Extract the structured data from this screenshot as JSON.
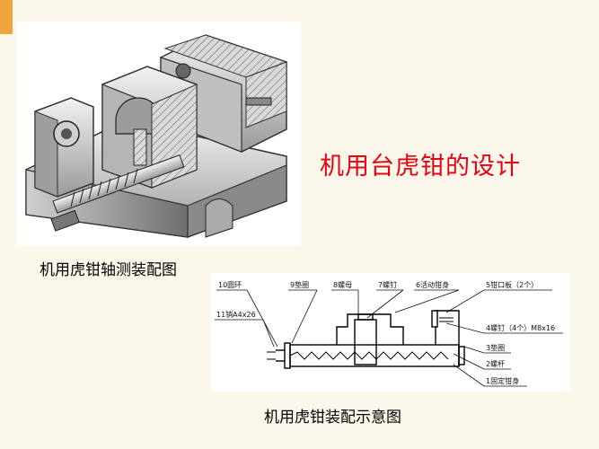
{
  "title": "机用台虎钳的设计",
  "photo_caption": "机用虎钳轴测装配图",
  "diagram_caption": "机用虎钳装配示意图",
  "labels": {
    "l10": "10圆环",
    "l9": "9垫圈",
    "l8": "8螺母",
    "l7": "7螺钉",
    "l6": "6活动钳身",
    "l5": "5钳口板（2个）",
    "l11": "11销A4x26",
    "l4": "4螺钉（4个）M8x16",
    "l3": "3垫圈",
    "l2": "2螺杆",
    "l1": "1固定钳身"
  },
  "colors": {
    "title": "#e60012",
    "accent": "#f0a43c",
    "background": "#fbf7ea"
  }
}
